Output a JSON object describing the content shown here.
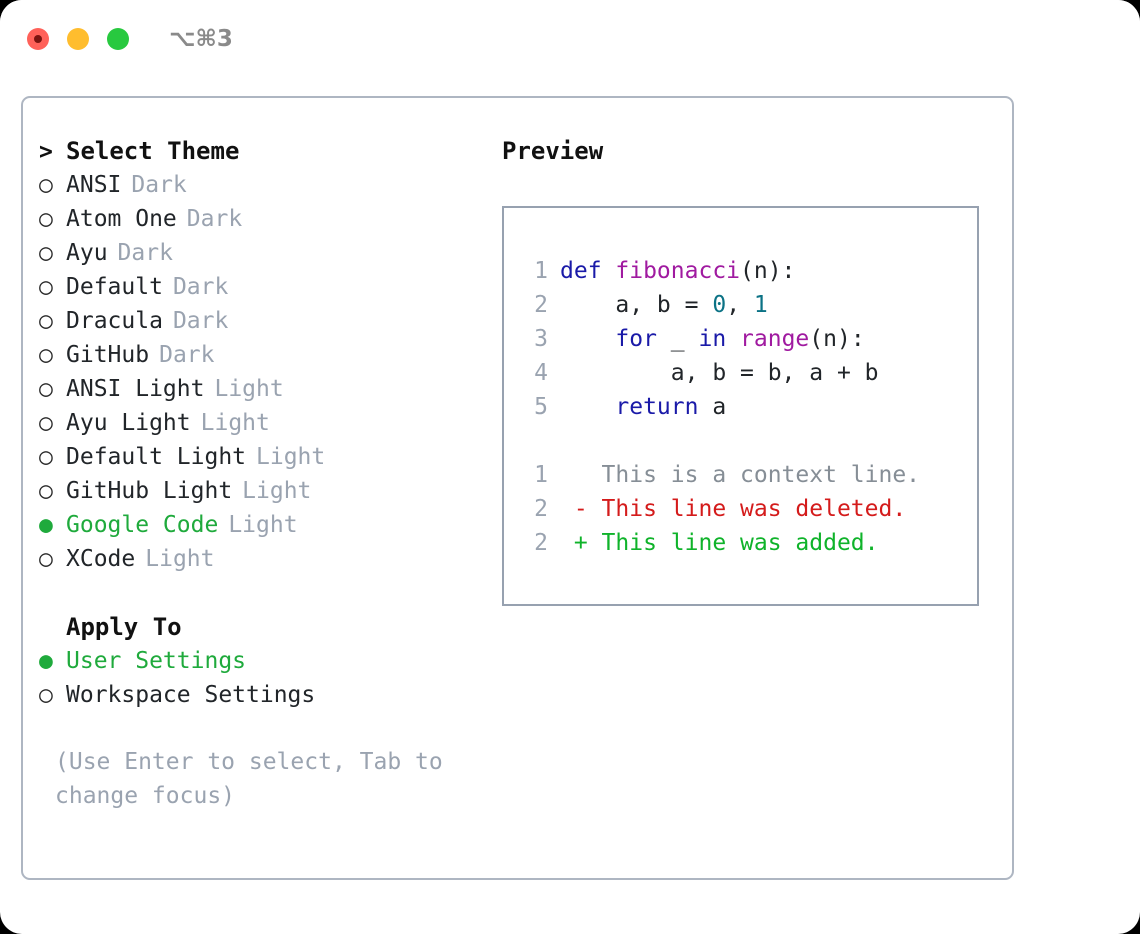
{
  "window": {
    "title": "⌥⌘3",
    "traffic_lights": [
      "close-red",
      "minimize-yellow",
      "maximize-green"
    ]
  },
  "theme_picker": {
    "prompt_marker": ">",
    "heading": "Select Theme",
    "selected_marker": "●",
    "unselected_marker": "○",
    "selected_theme": "Google Code",
    "accent_color": "#1faa3c",
    "items": [
      {
        "name": "ANSI",
        "variant": "Dark",
        "selected": false
      },
      {
        "name": "Atom One",
        "variant": "Dark",
        "selected": false
      },
      {
        "name": "Ayu",
        "variant": "Dark",
        "selected": false
      },
      {
        "name": "Default",
        "variant": "Dark",
        "selected": false
      },
      {
        "name": "Dracula",
        "variant": "Dark",
        "selected": false
      },
      {
        "name": "GitHub",
        "variant": "Dark",
        "selected": false
      },
      {
        "name": "ANSI Light",
        "variant": "Light",
        "selected": false
      },
      {
        "name": "Ayu Light",
        "variant": "Light",
        "selected": false
      },
      {
        "name": "Default Light",
        "variant": "Light",
        "selected": false
      },
      {
        "name": "GitHub Light",
        "variant": "Light",
        "selected": false
      },
      {
        "name": "Google Code",
        "variant": "Light",
        "selected": true
      },
      {
        "name": "XCode",
        "variant": "Light",
        "selected": false
      }
    ]
  },
  "apply_to": {
    "heading": "Apply To",
    "selected_option": "User Settings",
    "options": [
      {
        "name": "User Settings",
        "selected": true
      },
      {
        "name": "Workspace Settings",
        "selected": false
      }
    ]
  },
  "hint": "(Use Enter to select, Tab to change focus)",
  "preview": {
    "title": "Preview",
    "code_lines": [
      {
        "lineno": "1",
        "tokens": [
          {
            "t": "def ",
            "c": "kw"
          },
          {
            "t": "fibonacci",
            "c": "fn"
          },
          {
            "t": "(n):",
            "c": "pun"
          }
        ]
      },
      {
        "lineno": "2",
        "tokens": [
          {
            "t": "    a, b = ",
            "c": "pun"
          },
          {
            "t": "0",
            "c": "num"
          },
          {
            "t": ", ",
            "c": "pun"
          },
          {
            "t": "1",
            "c": "num"
          }
        ]
      },
      {
        "lineno": "3",
        "tokens": [
          {
            "t": "    ",
            "c": "pun"
          },
          {
            "t": "for",
            "c": "kw"
          },
          {
            "t": " _ ",
            "c": "pun"
          },
          {
            "t": "in",
            "c": "kw"
          },
          {
            "t": " ",
            "c": "pun"
          },
          {
            "t": "range",
            "c": "fn"
          },
          {
            "t": "(n):",
            "c": "pun"
          }
        ]
      },
      {
        "lineno": "4",
        "tokens": [
          {
            "t": "        a, b = b, a + b",
            "c": "pun"
          }
        ]
      },
      {
        "lineno": "5",
        "tokens": [
          {
            "t": "    ",
            "c": "pun"
          },
          {
            "t": "return",
            "c": "kw"
          },
          {
            "t": " a",
            "c": "pun"
          }
        ]
      }
    ],
    "diff_lines": [
      {
        "lineno": "1",
        "sign": " ",
        "text": "This is a context line.",
        "kind": "ctx"
      },
      {
        "lineno": "2",
        "sign": "-",
        "text": "This line was deleted.",
        "kind": "del"
      },
      {
        "lineno": "2",
        "sign": "+",
        "text": "This line was added.",
        "kind": "add"
      }
    ],
    "colors": {
      "keyword": "#1a1aa8",
      "function": "#a01aa0",
      "number": "#0b7285",
      "text": "#212529",
      "lineno": "#9aa3b0",
      "context": "#868e96",
      "deleted": "#d41b1b",
      "added": "#0fb32a"
    }
  }
}
